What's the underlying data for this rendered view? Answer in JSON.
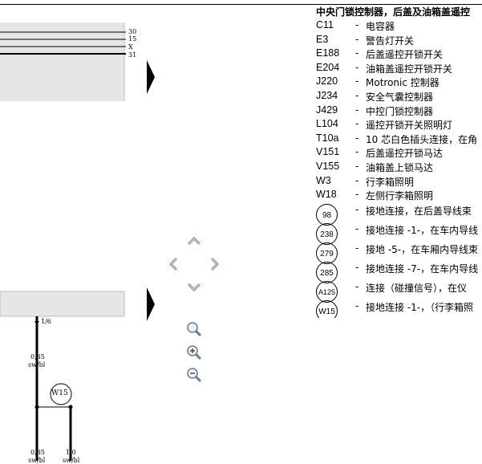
{
  "diagram": {
    "wire_labels": [
      "30",
      "15",
      "X",
      "31"
    ],
    "connector_ref": "1/6",
    "wire1": {
      "size": "0,35",
      "color": "sw/bl"
    },
    "ground_symbol": "W15",
    "wire2": {
      "size": "0,35",
      "color": "sw/bl"
    },
    "wire3": {
      "size": "1,0",
      "color": "sw/bl"
    }
  },
  "nav": {
    "up_icon": "chevron-up-icon",
    "down_icon": "chevron-down-icon",
    "left_icon": "chevron-left-icon",
    "right_icon": "chevron-right-icon",
    "zoom_fit_icon": "magnifier-icon",
    "zoom_in_icon": "zoom-in-icon",
    "zoom_out_icon": "zoom-out-icon"
  },
  "legend": {
    "title": "中央门锁控制器，后盖及油箱盖遥控",
    "items": [
      {
        "code": "C11",
        "desc": "电容器"
      },
      {
        "code": "E3",
        "desc": "警告灯开关"
      },
      {
        "code": "E188",
        "desc": "后盖遥控开锁开关"
      },
      {
        "code": "E204",
        "desc": "油箱盖遥控开锁开关"
      },
      {
        "code": "J220",
        "desc": "Motronic 控制器"
      },
      {
        "code": "J234",
        "desc": "安全气囊控制器"
      },
      {
        "code": "J429",
        "desc": "中控门锁控制器"
      },
      {
        "code": "L104",
        "desc": "遥控开锁开关照明灯"
      },
      {
        "code": "T10a",
        "desc": "10 芯白色插头连接，在角"
      },
      {
        "code": "V151",
        "desc": "后盖遥控开锁马达"
      },
      {
        "code": "V155",
        "desc": "油箱盖上锁马达"
      },
      {
        "code": "W3",
        "desc": "行李箱照明"
      },
      {
        "code": "W18",
        "desc": "左侧行李箱照明"
      }
    ],
    "symbols": [
      {
        "code": "98",
        "desc": "接地连接，在后盖导线束"
      },
      {
        "code": "238",
        "desc": "接地连接 -1-，在车内导线"
      },
      {
        "code": "279",
        "desc": "接地 -5-，在车厢内导线束"
      },
      {
        "code": "285",
        "desc": "接地连接 -7-，在车内导线"
      },
      {
        "code": "A125",
        "desc": "连接（碰撞信号），在仪"
      },
      {
        "code": "W15",
        "desc": "接地连接 -1-，（行李箱照"
      }
    ]
  }
}
